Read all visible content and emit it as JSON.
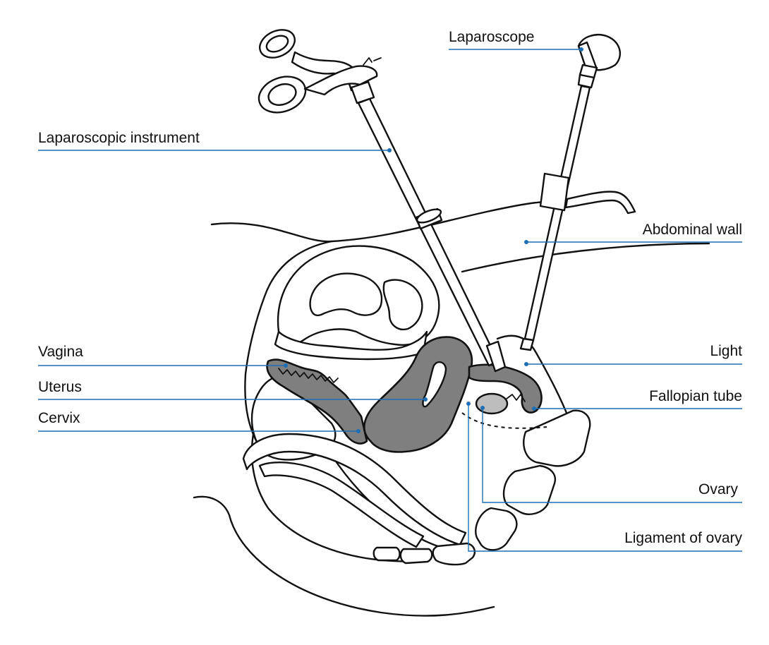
{
  "labels": {
    "laparoscope": "Laparoscope",
    "laparoscopic_instrument": "Laparoscopic instrument",
    "abdominal_wall": "Abdominal wall",
    "vagina": "Vagina",
    "light": "Light",
    "uterus": "Uterus",
    "fallopian_tube": "Fallopian tube",
    "cervix": "Cervix",
    "ovary": "Ovary",
    "ligament_of_ovary": "Ligament of ovary"
  },
  "colors": {
    "leader_line": "#1f6fb5",
    "organ_fill": "#7f7f7f",
    "ovary_fill": "#bdbdbd",
    "ink": "#111111"
  }
}
